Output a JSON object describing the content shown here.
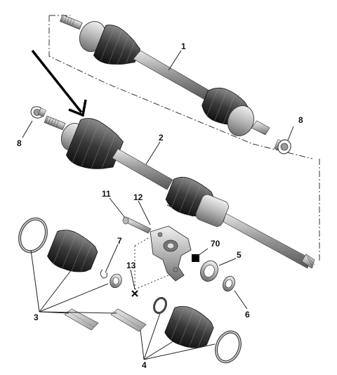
{
  "diagram": {
    "callouts": [
      {
        "id": "c1",
        "text": "1"
      },
      {
        "id": "c2",
        "text": "2"
      },
      {
        "id": "c3",
        "text": "3"
      },
      {
        "id": "c4",
        "text": "4"
      },
      {
        "id": "c5",
        "text": "5"
      },
      {
        "id": "c6",
        "text": "6"
      },
      {
        "id": "c7",
        "text": "7"
      },
      {
        "id": "c8a",
        "text": "8"
      },
      {
        "id": "c8b",
        "text": "8"
      },
      {
        "id": "c11",
        "text": "11"
      },
      {
        "id": "c12",
        "text": "12"
      },
      {
        "id": "c13",
        "text": "13"
      },
      {
        "id": "c70",
        "text": "70"
      }
    ]
  }
}
